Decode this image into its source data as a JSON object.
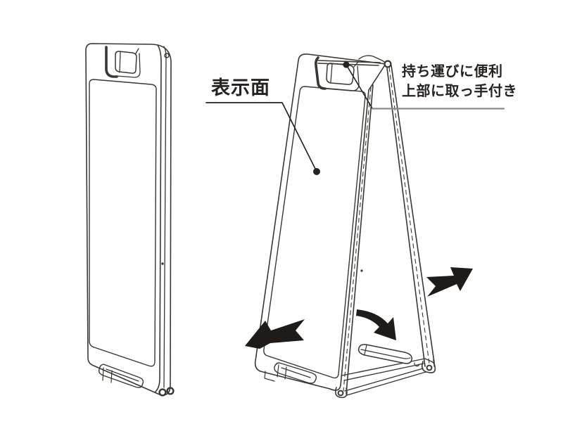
{
  "labels": {
    "display_surface": "表示面",
    "handle_note_line1": "持ち運びに便利",
    "handle_note_line2": "上部に取っ手付き"
  },
  "colors": {
    "line": "#3a3632",
    "text": "#262220",
    "arrow": "#1f1b18",
    "leader": "#262220",
    "leader_gray": "#8a8a8a",
    "background": "#ffffff"
  }
}
